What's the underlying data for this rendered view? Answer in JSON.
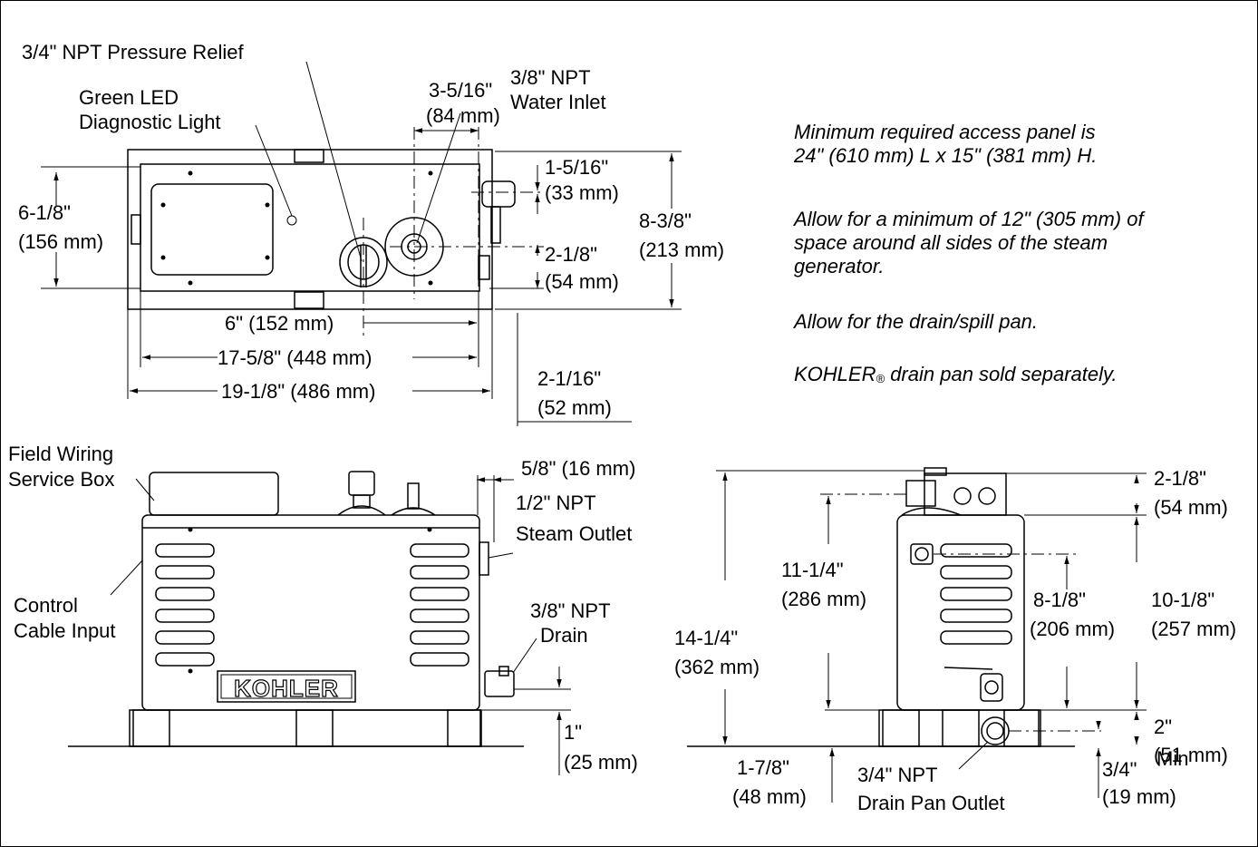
{
  "top_view": {
    "pressure_relief": "3/4\" NPT Pressure Relief",
    "led_label_1": "Green LED",
    "led_label_2": "Diagnostic Light",
    "inlet_label_1": "3/8\" NPT",
    "inlet_label_2": "Water Inlet",
    "dim_84_a": "3-5/16\"",
    "dim_84_b": "(84 mm)",
    "dim_156_a": "6-1/8\"",
    "dim_156_b": "(156 mm)",
    "dim_33_a": "1-5/16\"",
    "dim_33_b": "(33 mm)",
    "dim_213_a": "8-3/8\"",
    "dim_213_b": "(213 mm)",
    "dim_54_a": "2-1/8\"",
    "dim_54_b": "(54 mm)",
    "dim_152": "6\" (152 mm)",
    "dim_448": "17-5/8\" (448 mm)",
    "dim_486": "19-1/8\" (486 mm)",
    "dim_52_a": "2-1/16\"",
    "dim_52_b": "(52 mm)"
  },
  "notes": [
    "Minimum required access panel is",
    "24\" (610 mm) L x 15\" (381 mm) H.",
    "Allow for a minimum of 12\" (305 mm) of",
    "space around all sides of the steam",
    "generator.",
    "Allow for the drain/spill pan.",
    "KOHLER",
    "®",
    " drain pan sold separately."
  ],
  "front_view": {
    "field_wiring_1": "Field Wiring",
    "field_wiring_2": "Service Box",
    "control_1": "Control",
    "control_2": "Cable Input",
    "dim_16": "5/8\" (16 mm)",
    "steam_1": "1/2\" NPT",
    "steam_2": "Steam Outlet",
    "drain_1": "3/8\" NPT",
    "drain_2": "Drain",
    "dim_25_a": "1\"",
    "dim_25_b": "(25 mm)",
    "brand": "KOHLER"
  },
  "side_view": {
    "dim_54_a": "2-1/8\"",
    "dim_54_b": "(54 mm)",
    "dim_286_a": "11-1/4\"",
    "dim_286_b": "(286 mm)",
    "dim_206_a": "8-1/8\"",
    "dim_206_b": "(206 mm)",
    "dim_257_a": "10-1/8\"",
    "dim_257_b": "(257 mm)",
    "dim_362_a": "14-1/4\"",
    "dim_362_b": "(362 mm)",
    "dim_51_a": "2\"",
    "dim_51_b": "(51 mm)",
    "min": "Min",
    "dim_48_a": "1-7/8\"",
    "dim_48_b": "(48 mm)",
    "outlet_1": "3/4\" NPT",
    "outlet_2": "Drain Pan Outlet",
    "dim_19_a": "3/4\"",
    "dim_19_b": "(19 mm)"
  }
}
